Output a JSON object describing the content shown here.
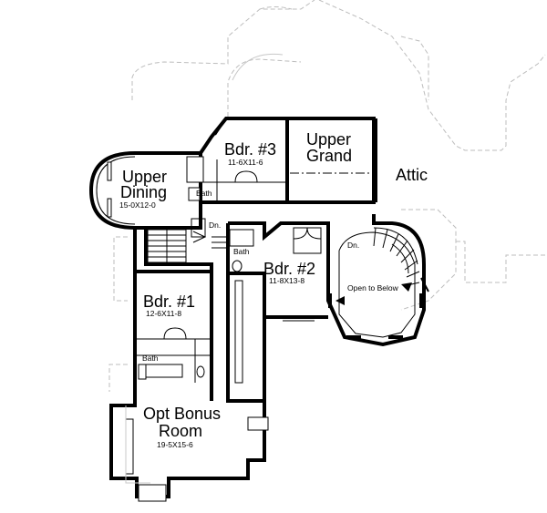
{
  "rooms": {
    "upper_dining": {
      "name_line1": "Upper",
      "name_line2": "Dining",
      "size": "15-0X12-0"
    },
    "bedroom_3": {
      "name": "Bdr. #3",
      "size": "11-6X11-6"
    },
    "upper_grand": {
      "name_line1": "Upper",
      "name_line2": "Grand"
    },
    "attic": {
      "name": "Attic"
    },
    "bedroom_2": {
      "name": "Bdr. #2",
      "size": "11-8X13-8"
    },
    "bedroom_1": {
      "name": "Bdr. #1",
      "size": "12-6X11-8"
    },
    "open_to_below": {
      "name": "Open to Below"
    },
    "bonus_room": {
      "name_line1": "Opt Bonus",
      "name_line2": "Room",
      "size": "19-5X15-6"
    }
  },
  "labels": {
    "bath": "Bath",
    "down": "Dn."
  }
}
